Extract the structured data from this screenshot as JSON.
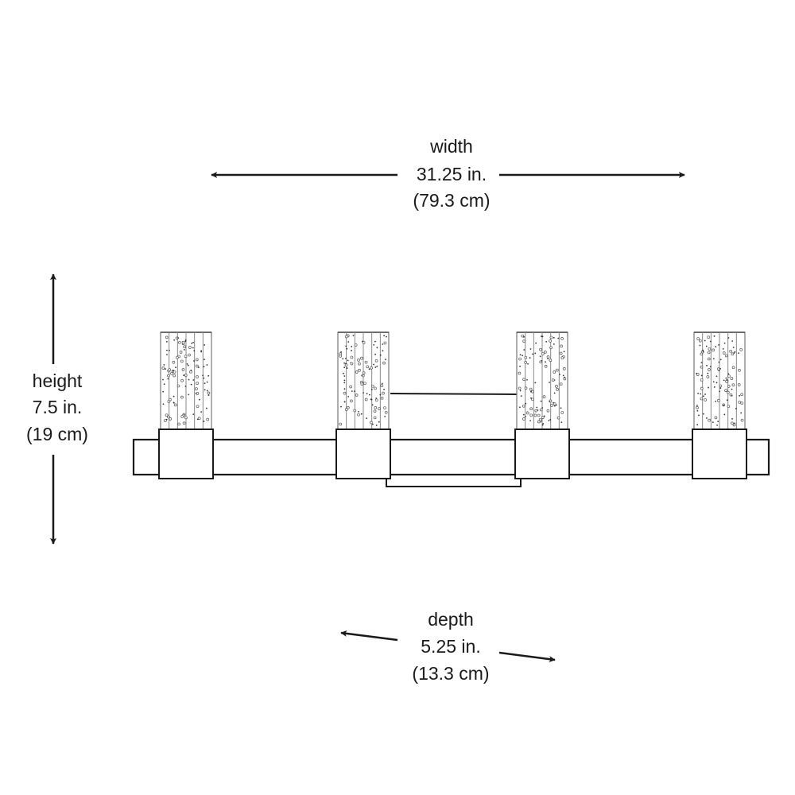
{
  "dimensions": {
    "width": {
      "label": "width",
      "imperial": "31.25 in.",
      "metric": "(79.3 cm)"
    },
    "height": {
      "label": "height",
      "imperial": "7.5 in.",
      "metric": "(19 cm)"
    },
    "depth": {
      "label": "depth",
      "imperial": "5.25 in.",
      "metric": "(13.3 cm)"
    }
  },
  "fixture": {
    "light_count": 4
  },
  "colors": {
    "line": "#1a1a1a",
    "background": "#ffffff"
  }
}
